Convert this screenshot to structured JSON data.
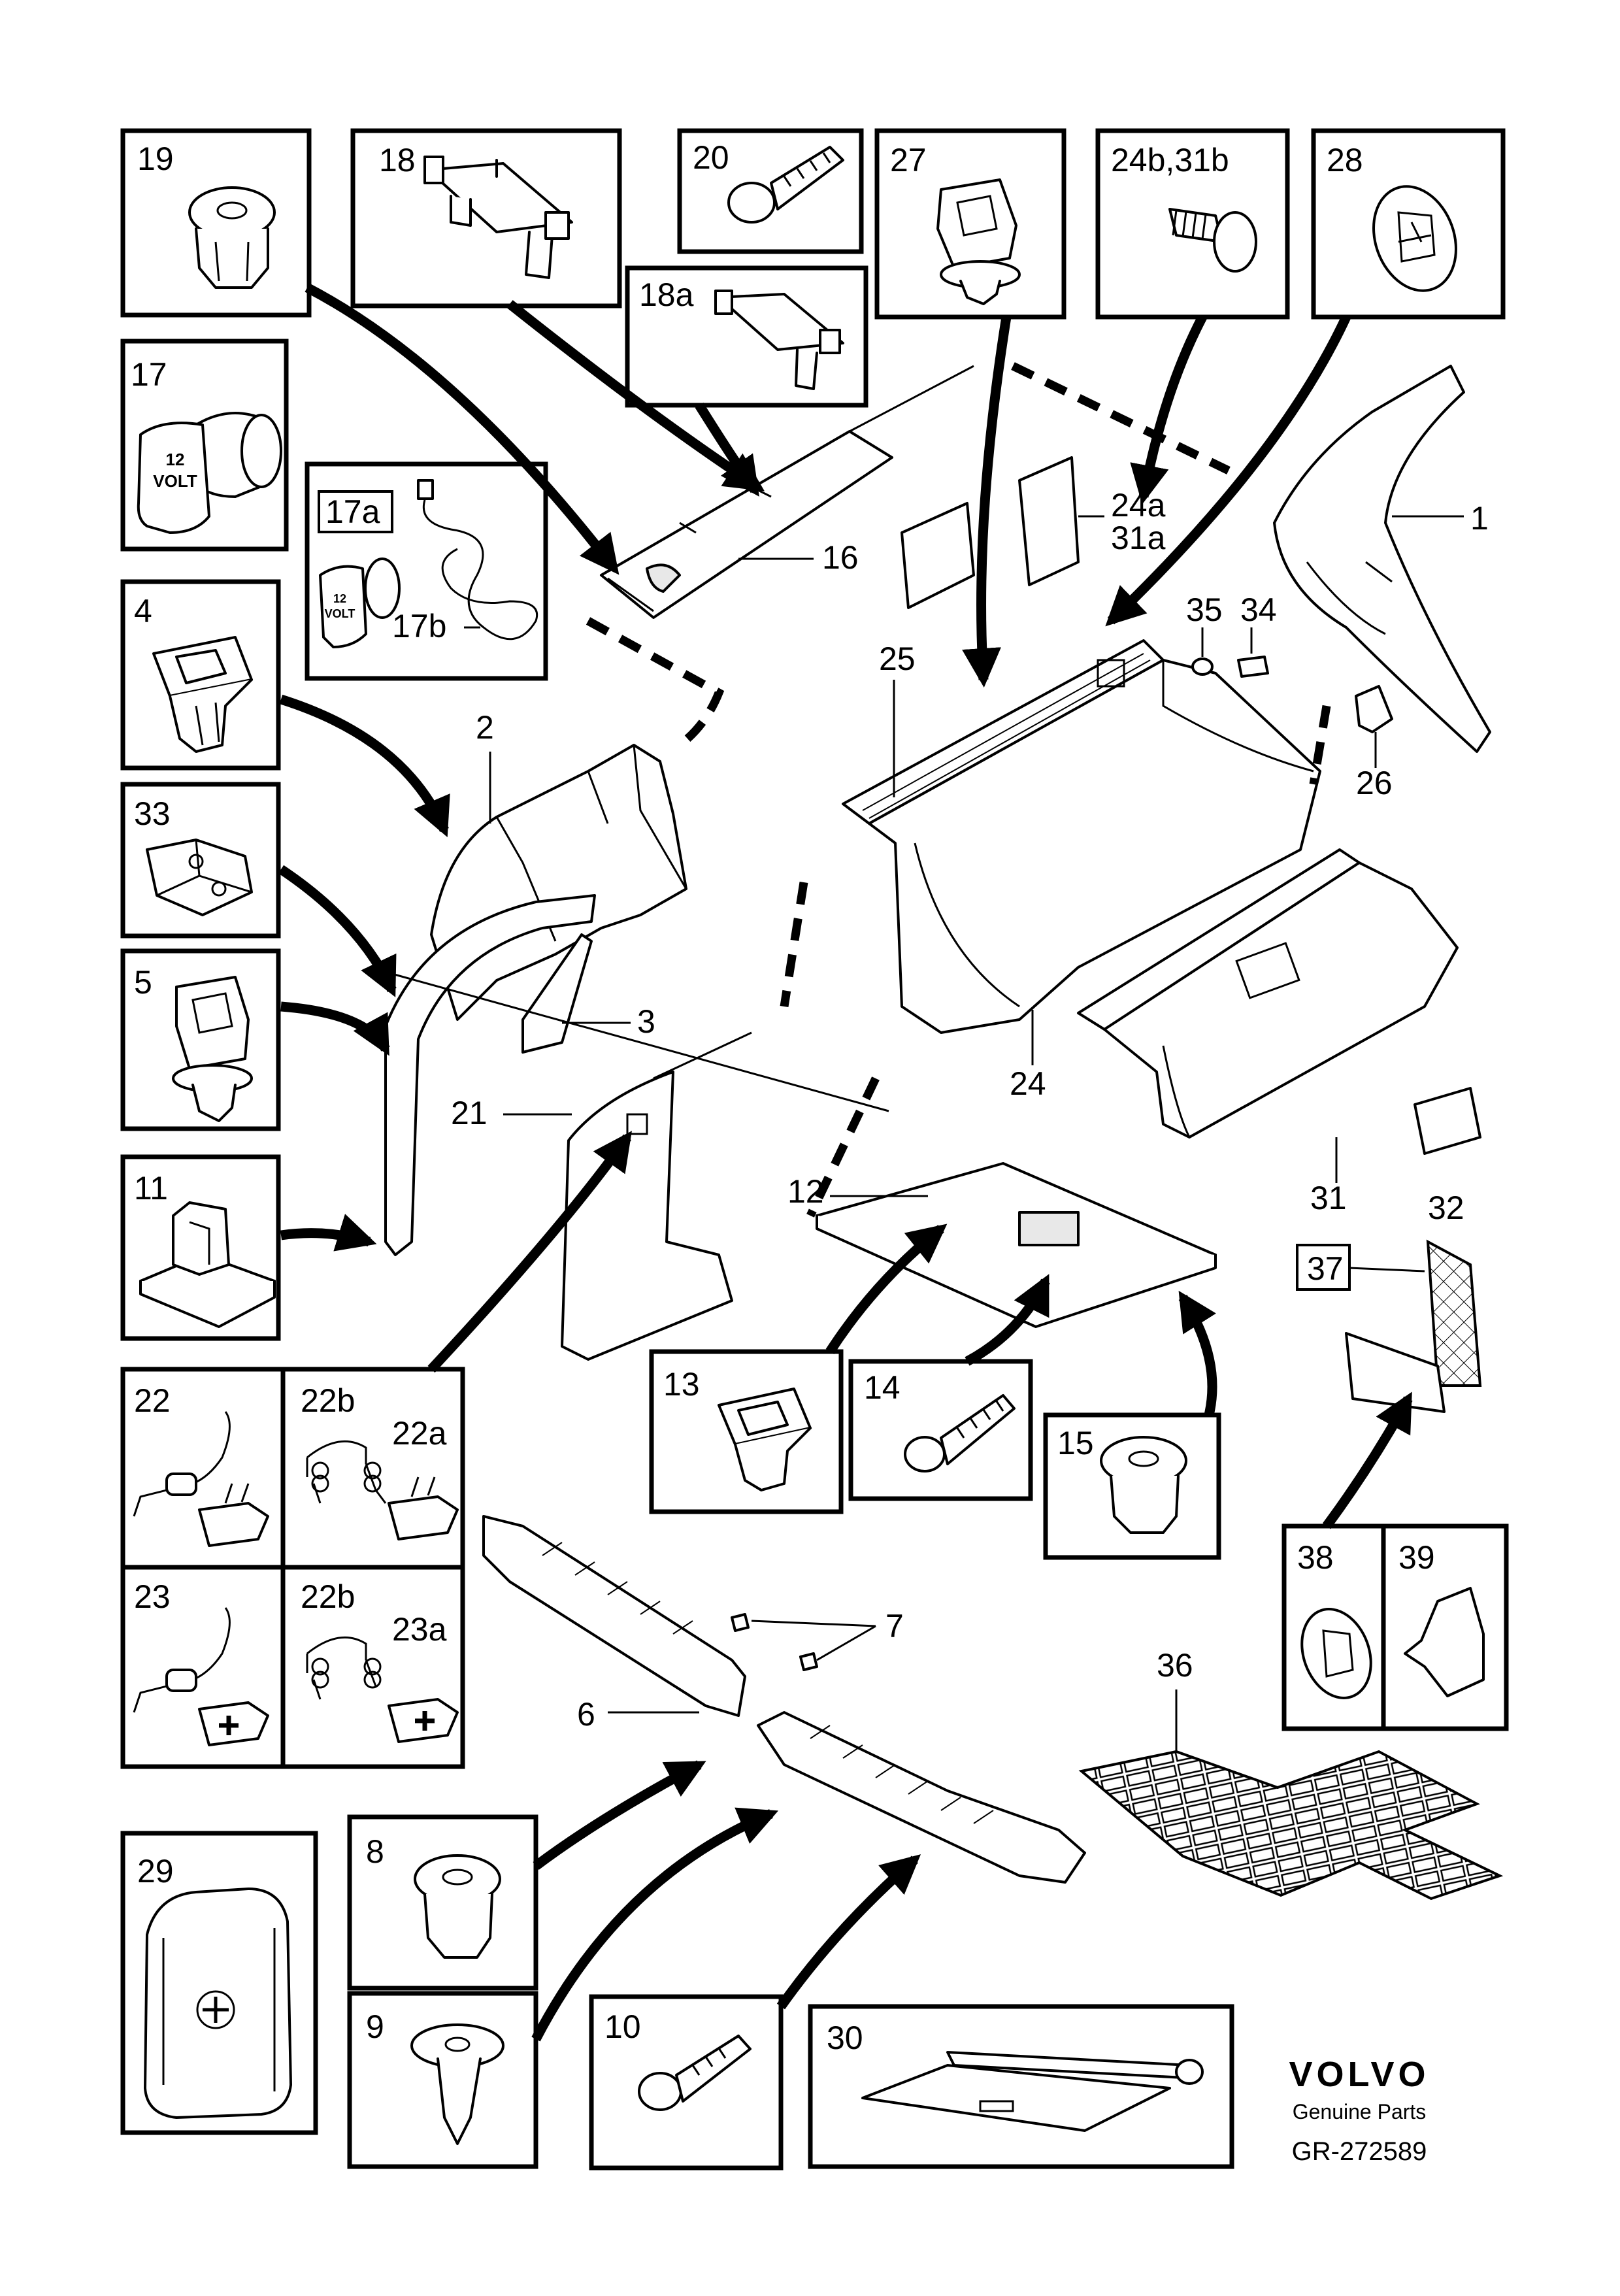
{
  "diagram": {
    "part_numbers": [
      "1",
      "2",
      "3",
      "4",
      "5",
      "6",
      "7",
      "8",
      "9",
      "10",
      "11",
      "12",
      "13",
      "14",
      "15",
      "16",
      "17",
      "17a",
      "17b",
      "18",
      "18a",
      "19",
      "20",
      "21",
      "22",
      "22a",
      "22b",
      "23",
      "23a",
      "24",
      "24a",
      "31a",
      "24b,31b",
      "25",
      "26",
      "27",
      "28",
      "29",
      "30",
      "31",
      "32",
      "33",
      "34",
      "35",
      "36",
      "37",
      "38",
      "39"
    ],
    "insert_labels": {
      "volt_top": "12",
      "volt_bottom": "VOLT"
    },
    "labels": {
      "p1": "1",
      "p2": "2",
      "p3": "3",
      "p4": "4",
      "p5": "5",
      "p6": "6",
      "p7": "7",
      "p8": "8",
      "p9": "9",
      "p10": "10",
      "p11": "11",
      "p12": "12",
      "p13": "13",
      "p14": "14",
      "p15": "15",
      "p16": "16",
      "p17": "17",
      "p17a": "17a",
      "p17b": "17b",
      "p18": "18",
      "p18a": "18a",
      "p19": "19",
      "p20": "20",
      "p21": "21",
      "p22": "22",
      "p22a": "22a",
      "p22b_1": "22b",
      "p22b_2": "22b",
      "p23": "23",
      "p23a": "23a",
      "p24": "24",
      "p24a": "24a",
      "p31a": "31a",
      "p24b31b": "24b,31b",
      "p25": "25",
      "p26": "26",
      "p27": "27",
      "p28": "28",
      "p29": "29",
      "p30": "30",
      "p31": "31",
      "p32": "32",
      "p33": "33",
      "p34": "34",
      "p35": "35",
      "p36": "36",
      "p37": "37",
      "p38": "38",
      "p39": "39"
    }
  },
  "brand": {
    "logo": "VOLVO",
    "subtitle": "Genuine  Parts",
    "reference": "GR-272589"
  }
}
